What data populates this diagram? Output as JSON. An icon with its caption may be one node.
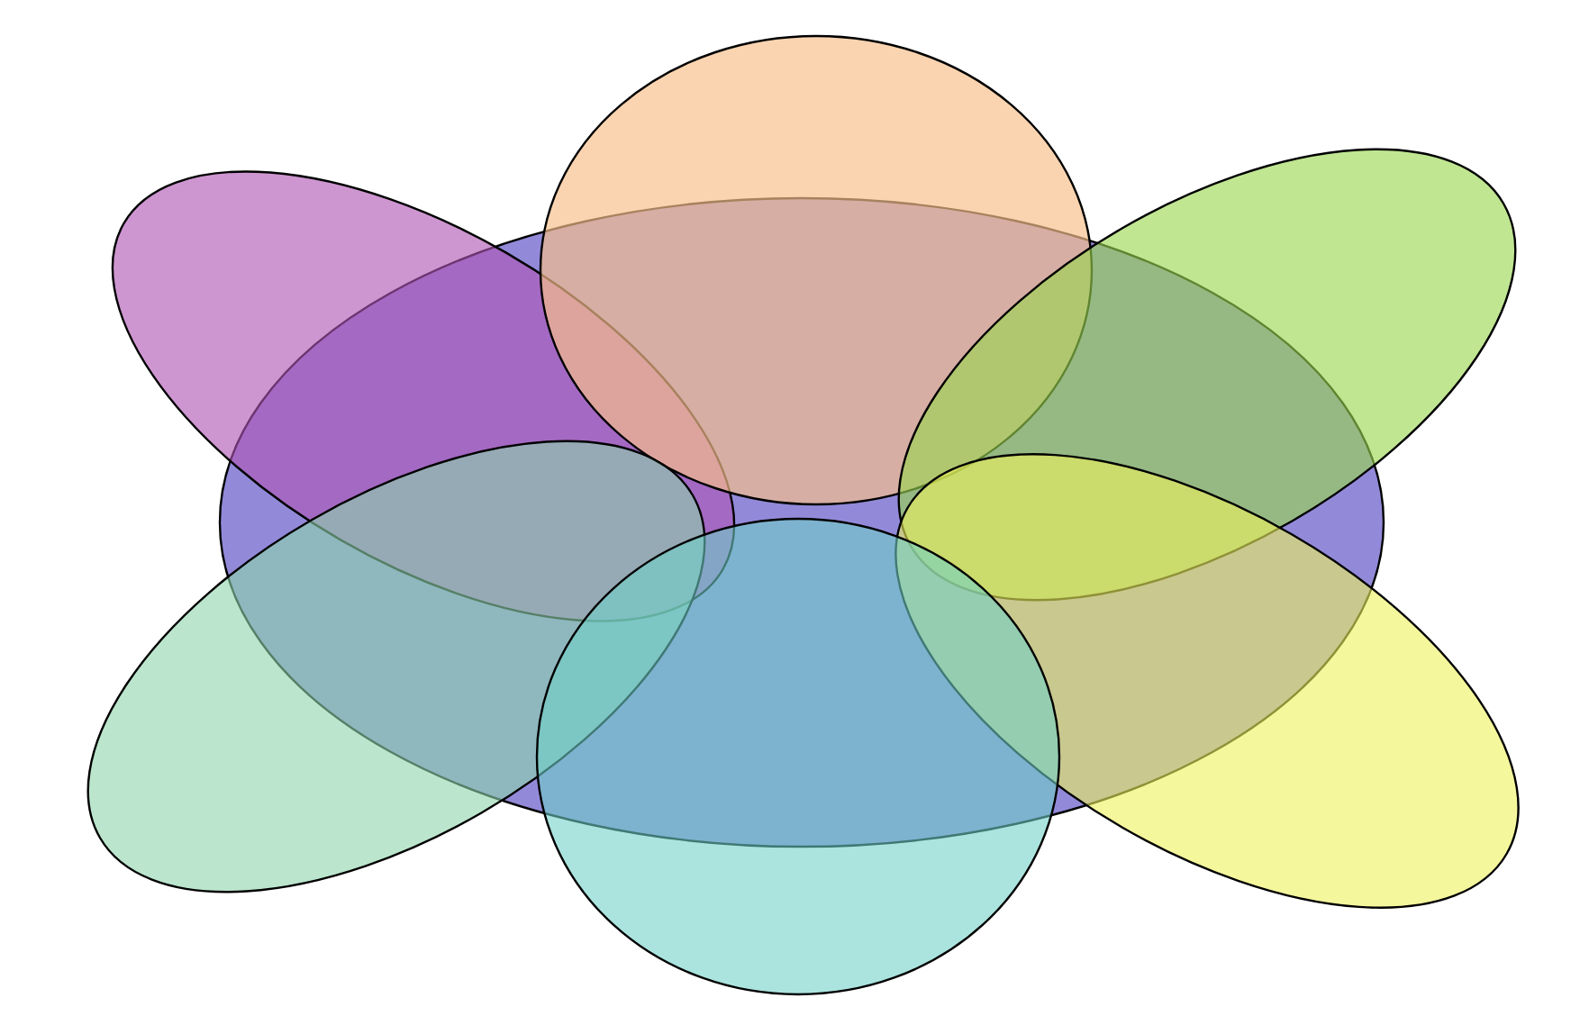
{
  "diagram": {
    "nodes": [
      {
        "text": [],
        "shape": "ellipse"
      },
      {
        "text": [],
        "shape": "ellipse"
      },
      {
        "text": [],
        "shape": "ellipse"
      },
      {
        "text": [],
        "shape": "ellipse"
      },
      {
        "text": [],
        "shape": "ellipse"
      },
      {
        "text": [],
        "shape": "ellipse"
      },
      {
        "text": [],
        "shape": "ellipse"
      }
    ]
  }
}
